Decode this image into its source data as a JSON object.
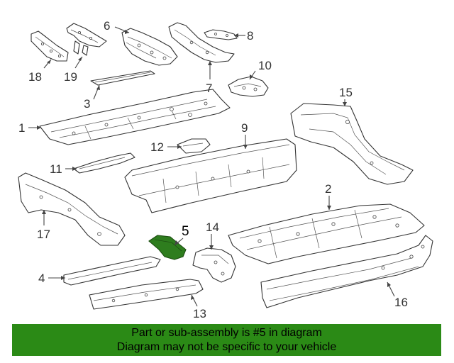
{
  "diagram": {
    "callouts": {
      "c1": "1",
      "c2": "2",
      "c3": "3",
      "c4": "4",
      "c5": "5",
      "c6": "6",
      "c7": "7",
      "c8": "8",
      "c9": "9",
      "c10": "10",
      "c11": "11",
      "c12": "12",
      "c13": "13",
      "c14": "14",
      "c15": "15",
      "c16": "16",
      "c17": "17",
      "c18": "18",
      "c19": "19"
    },
    "highlighted_part": "5",
    "highlight_color": "#2e7d1e"
  },
  "banner": {
    "line1": "Part or sub-assembly is #5 in diagram",
    "line2": "Diagram may not be specific to your vehicle",
    "background_color": "#2b8a16"
  }
}
